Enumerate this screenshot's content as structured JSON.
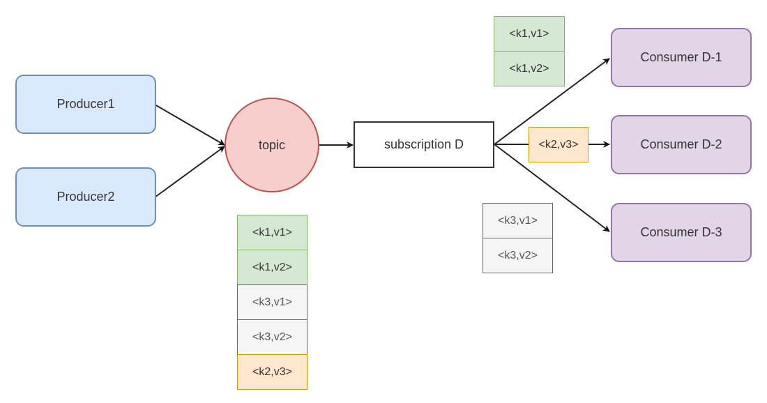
{
  "producers": [
    "Producer1",
    "Producer2"
  ],
  "topic": "topic",
  "subscription": "subscription D",
  "consumers": [
    "Consumer D-1",
    "Consumer D-2",
    "Consumer D-3"
  ],
  "topic_messages": [
    {
      "text": "<k1,v1>",
      "color": "green"
    },
    {
      "text": "<k1,v2>",
      "color": "green"
    },
    {
      "text": "<k3,v1>",
      "color": "gray"
    },
    {
      "text": "<k3,v2>",
      "color": "gray"
    },
    {
      "text": "<k2,v3>",
      "color": "orange"
    }
  ],
  "consumer1_messages": [
    {
      "text": "<k1,v1>",
      "color": "green"
    },
    {
      "text": "<k1,v2>",
      "color": "green"
    }
  ],
  "consumer2_messages": [
    {
      "text": "<k2,v3>",
      "color": "orange"
    }
  ],
  "consumer3_messages": [
    {
      "text": "<k3,v1>",
      "color": "gray"
    },
    {
      "text": "<k3,v2>",
      "color": "gray"
    }
  ],
  "colors": {
    "producer_fill": "#dae8fc",
    "producer_stroke": "#6c8ebf",
    "consumer_fill": "#e1d5e7",
    "consumer_stroke": "#9673a6",
    "topic_fill": "#f8cecc",
    "topic_stroke": "#b85450",
    "green_fill": "#d5e8d4",
    "gray_fill": "#f5f5f5",
    "orange_fill": "#ffe6cc"
  }
}
